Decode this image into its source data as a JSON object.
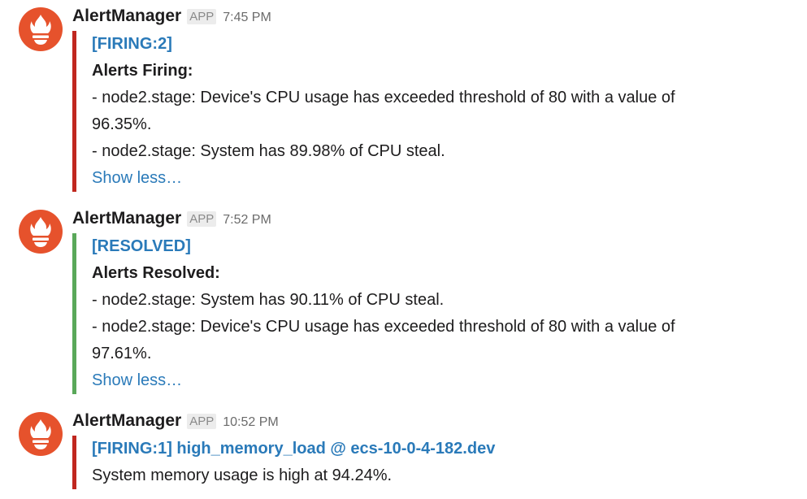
{
  "messages": [
    {
      "sender": "AlertManager",
      "badge": "APP",
      "time": "7:45 PM",
      "title": "[FIRING:2]",
      "heading": "Alerts Firing:",
      "lines": [
        "- node2.stage: Device's CPU usage has exceeded threshold of 80 with a value of",
        "96.35%.",
        "- node2.stage: System has 89.98% of CPU steal."
      ],
      "more": "Show less…",
      "color": "#c0271f"
    },
    {
      "sender": "AlertManager",
      "badge": "APP",
      "time": "7:52 PM",
      "title": "[RESOLVED]",
      "heading": "Alerts Resolved:",
      "lines": [
        "- node2.stage: System has 90.11% of CPU steal.",
        "- node2.stage: Device's CPU usage has exceeded threshold of 80 with a value of",
        "97.61%."
      ],
      "more": "Show less…",
      "color": "#5aa85a"
    },
    {
      "sender": "AlertManager",
      "badge": "APP",
      "time": "10:52 PM",
      "title": "[FIRING:1] high_memory_load @ ecs-10-0-4-182.dev",
      "lines": [
        "System memory usage is high at 94.24%."
      ],
      "color": "#c0271f"
    }
  ],
  "colors": {
    "avatar_bg": "#e6522c",
    "link": "#2a7ab9"
  },
  "icons": {
    "avatar": "prometheus-torch-icon"
  }
}
